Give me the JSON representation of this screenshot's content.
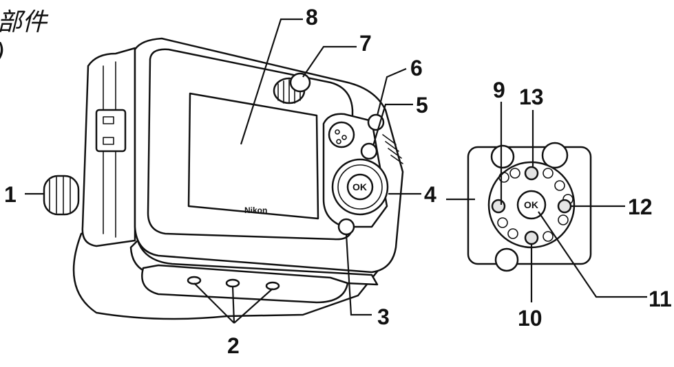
{
  "caption": {
    "line1": "部件",
    "line2": ")"
  },
  "brand_text": "Nikon",
  "ok_text": "OK",
  "callouts": [
    {
      "id": "1",
      "text": "1"
    },
    {
      "id": "2",
      "text": "2"
    },
    {
      "id": "3",
      "text": "3"
    },
    {
      "id": "4",
      "text": "4"
    },
    {
      "id": "5",
      "text": "5"
    },
    {
      "id": "6",
      "text": "6"
    },
    {
      "id": "7",
      "text": "7"
    },
    {
      "id": "8",
      "text": "8"
    },
    {
      "id": "9",
      "text": "9"
    },
    {
      "id": "10",
      "text": "10"
    },
    {
      "id": "11",
      "text": "11"
    },
    {
      "id": "12",
      "text": "12"
    },
    {
      "id": "13",
      "text": "13"
    }
  ]
}
